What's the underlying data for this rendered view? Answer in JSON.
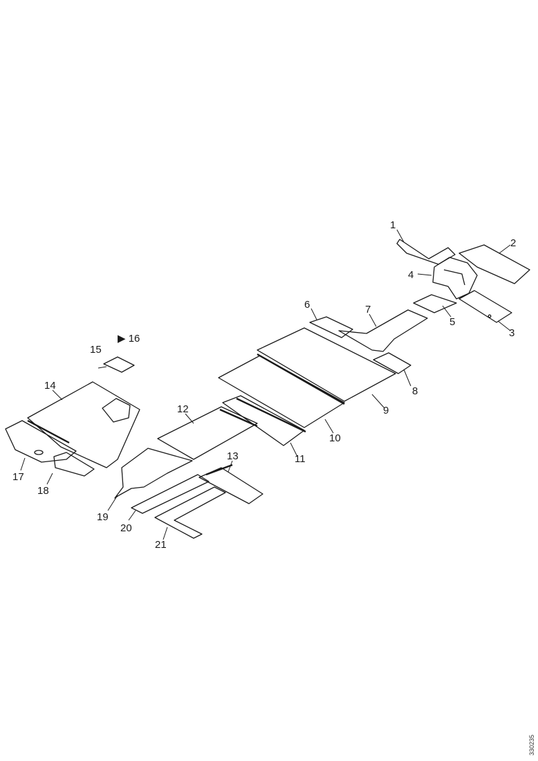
{
  "diagram": {
    "callouts": {
      "c1": "1",
      "c2": "2",
      "c3": "3",
      "c4": "4",
      "c5": "5",
      "c6": "6",
      "c7": "7",
      "c8": "8",
      "c9": "9",
      "c10": "10",
      "c11": "11",
      "c12": "12",
      "c13": "13",
      "c14": "14",
      "c15": "15",
      "c16": "16",
      "c17": "17",
      "c18": "18",
      "c19": "19",
      "c20": "20",
      "c21": "21"
    },
    "detail_ref": "▶ 16",
    "drawing_code": "330235"
  }
}
